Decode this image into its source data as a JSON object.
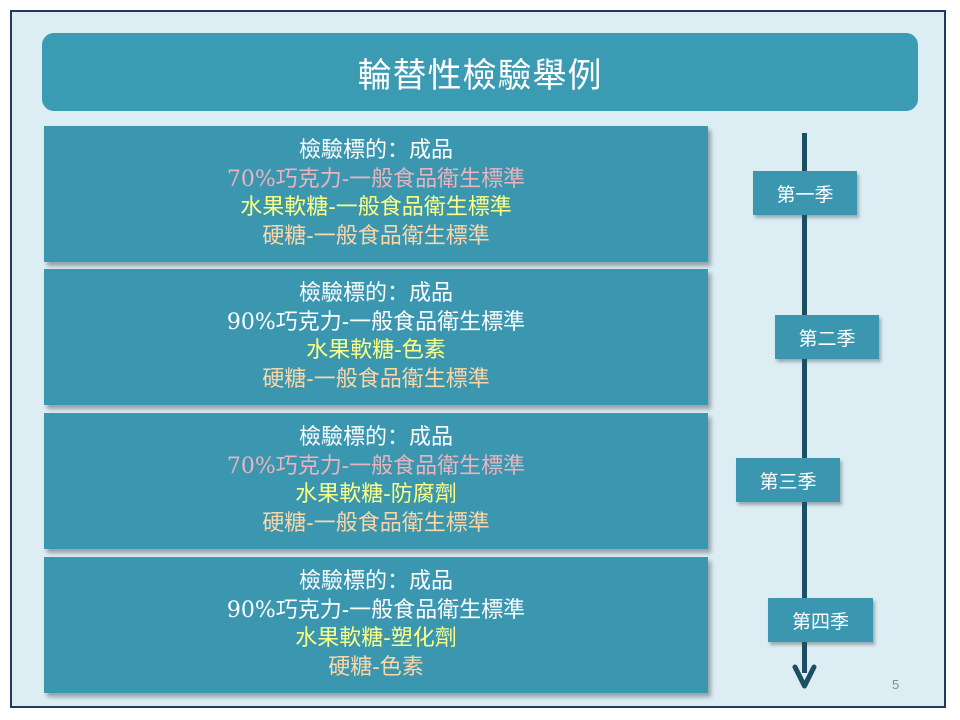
{
  "slide": {
    "title": "輪替性檢驗舉例",
    "page_number": "5"
  },
  "boxes": [
    {
      "header": "檢驗標的：成品",
      "chocolate": "70%巧克力-一般食品衛生標準",
      "gummy": "水果軟糖-一般食品衛生標準",
      "hard_candy": "硬糖-一般食品衛生標準"
    },
    {
      "header": "檢驗標的：成品",
      "chocolate": "90%巧克力-一般食品衛生標準",
      "gummy": "水果軟糖-色素",
      "hard_candy": "硬糖-一般食品衛生標準"
    },
    {
      "header": "檢驗標的：成品",
      "chocolate": "70%巧克力-一般食品衛生標準",
      "gummy": "水果軟糖-防腐劑",
      "hard_candy": "硬糖-一般食品衛生標準"
    },
    {
      "header": "檢驗標的：成品",
      "chocolate": "90%巧克力-一般食品衛生標準",
      "gummy": "水果軟糖-塑化劑",
      "hard_candy": "硬糖-色素"
    }
  ],
  "seasons": [
    "第一季",
    "第二季",
    "第三季",
    "第四季"
  ],
  "colors": {
    "accent": "#3b97b0",
    "background": "#dcedf4",
    "timeline": "#1d4f63"
  }
}
